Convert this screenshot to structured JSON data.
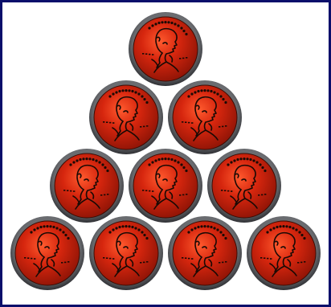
{
  "figure": {
    "subject": "penny-pyramid",
    "rows": [
      1,
      2,
      3,
      4
    ],
    "coin_count": 10,
    "colors": {
      "frame": "#0a0f6b",
      "background": "#ffffff",
      "rim": "#55575c",
      "rim_dark": "#2f3034",
      "face": "#d6260e",
      "face_light": "#ff4a22",
      "face_dark": "#8f1406",
      "engraving": "#1a0a05"
    },
    "icons": [
      "penny-icon",
      "lincoln-profile-icon"
    ]
  }
}
